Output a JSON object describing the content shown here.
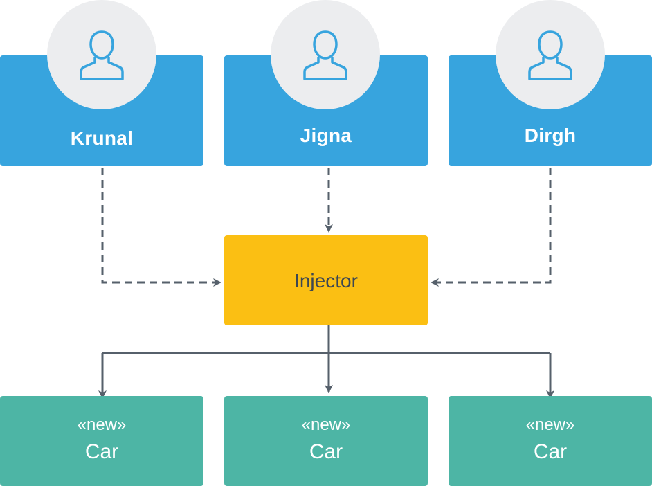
{
  "users": [
    {
      "name": "Krunal"
    },
    {
      "name": "Jigna"
    },
    {
      "name": "Dirgh"
    }
  ],
  "injector": {
    "label": "Injector"
  },
  "cars": [
    {
      "stereotype": "«new»",
      "name": "Car"
    },
    {
      "stereotype": "«new»",
      "name": "Car"
    },
    {
      "stereotype": "«new»",
      "name": "Car"
    }
  ],
  "colors": {
    "user_box": "#37a4de",
    "avatar_bg": "#ecedef",
    "icon": "#37a4de",
    "injector": "#fbbf13",
    "car_box": "#4db5a5",
    "connector": "#56606b"
  },
  "icons": {
    "avatar": "user-icon"
  }
}
